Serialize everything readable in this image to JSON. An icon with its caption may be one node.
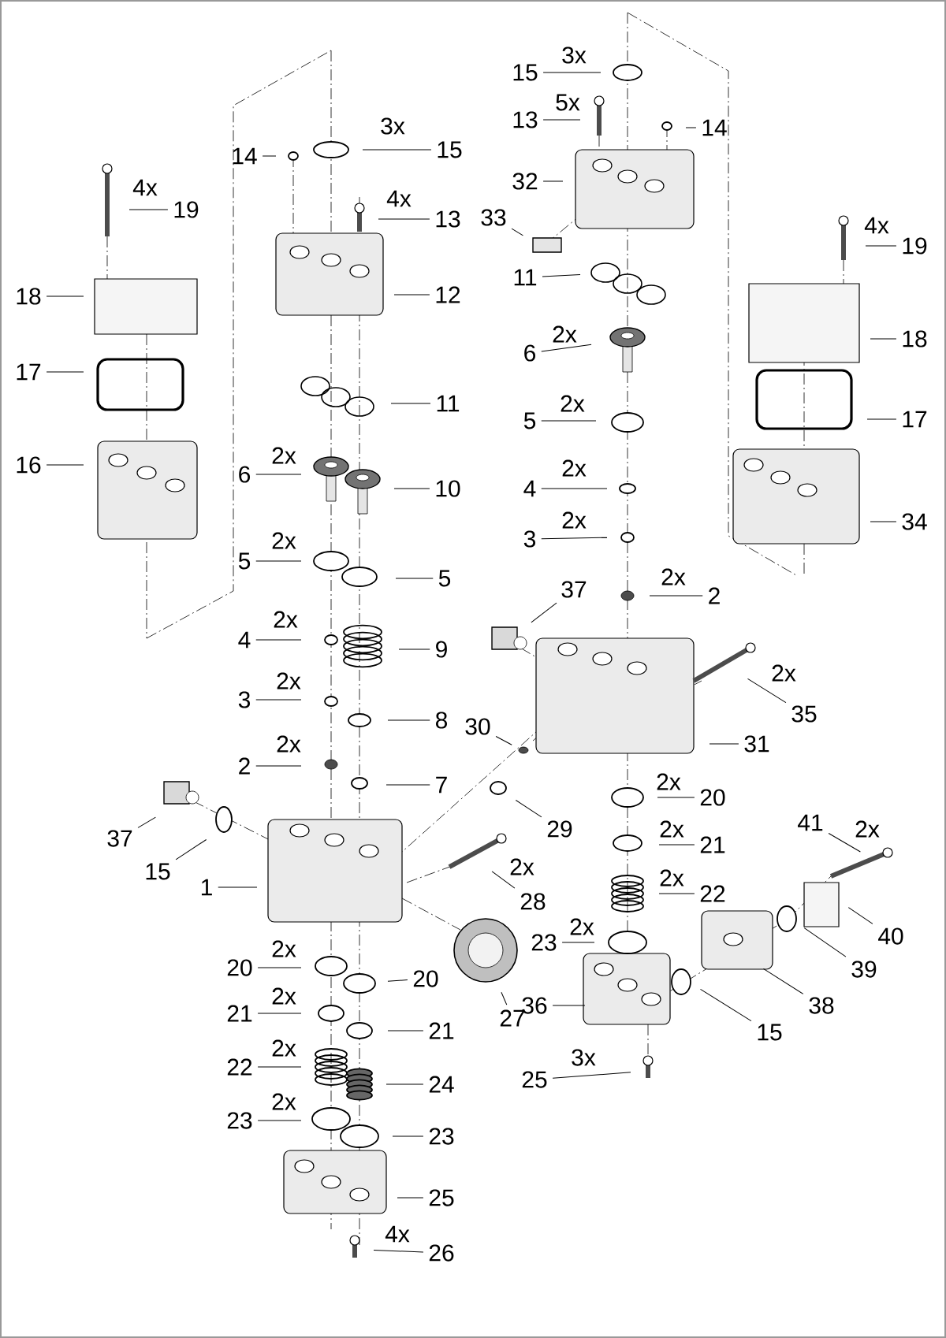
{
  "diagram": {
    "nodes": [
      {
        "text": [
          "15"
        ],
        "beside": [
          "3x"
        ]
      },
      {
        "text": [
          "14"
        ]
      },
      {
        "text": [
          "19"
        ],
        "beside": [
          "4x"
        ]
      },
      {
        "text": [
          "13"
        ],
        "beside": [
          "4x"
        ]
      },
      {
        "text": [
          "18"
        ]
      },
      {
        "text": [
          "12"
        ]
      },
      {
        "text": [
          "17"
        ]
      },
      {
        "text": [
          "11"
        ]
      },
      {
        "text": [
          "6"
        ],
        "beside": [
          "2x"
        ]
      },
      {
        "text": [
          "10"
        ]
      },
      {
        "text": [
          "16"
        ]
      },
      {
        "text": [
          "5"
        ],
        "beside": [
          "2x"
        ]
      },
      {
        "text": [
          "5"
        ]
      },
      {
        "text": [
          "4"
        ],
        "beside": [
          "2x"
        ]
      },
      {
        "text": [
          "9"
        ]
      },
      {
        "text": [
          "3"
        ],
        "beside": [
          "2x"
        ]
      },
      {
        "text": [
          "8"
        ]
      },
      {
        "text": [
          "2"
        ],
        "beside": [
          "2x"
        ]
      },
      {
        "text": [
          "7"
        ]
      },
      {
        "text": [
          "37"
        ]
      },
      {
        "text": [
          "15"
        ]
      },
      {
        "text": [
          "1"
        ]
      },
      {
        "text": [
          "20"
        ],
        "beside": [
          "2x"
        ]
      },
      {
        "text": [
          "20"
        ]
      },
      {
        "text": [
          "27"
        ]
      },
      {
        "text": [
          "21"
        ],
        "beside": [
          "2x"
        ]
      },
      {
        "text": [
          "21"
        ]
      },
      {
        "text": [
          "22"
        ],
        "beside": [
          "2x"
        ]
      },
      {
        "text": [
          "24"
        ]
      },
      {
        "text": [
          "23"
        ],
        "beside": [
          "2x"
        ]
      },
      {
        "text": [
          "23"
        ]
      },
      {
        "text": [
          "25"
        ]
      },
      {
        "text": [
          "26"
        ],
        "beside": [
          "4x"
        ]
      },
      {
        "text": [
          "15"
        ],
        "beside": [
          "3x"
        ]
      },
      {
        "text": [
          "13"
        ],
        "beside": [
          "5x"
        ]
      },
      {
        "text": [
          "14"
        ]
      },
      {
        "text": [
          "32"
        ]
      },
      {
        "text": [
          "33"
        ]
      },
      {
        "text": [
          "19"
        ],
        "beside": [
          "4x"
        ]
      },
      {
        "text": [
          "11"
        ]
      },
      {
        "text": [
          "6"
        ],
        "beside": [
          "2x"
        ]
      },
      {
        "text": [
          "18"
        ]
      },
      {
        "text": [
          "5"
        ],
        "beside": [
          "2x"
        ]
      },
      {
        "text": [
          "17"
        ]
      },
      {
        "text": [
          "4"
        ],
        "beside": [
          "2x"
        ]
      },
      {
        "text": [
          "3"
        ],
        "beside": [
          "2x"
        ]
      },
      {
        "text": [
          "34"
        ]
      },
      {
        "text": [
          "37"
        ]
      },
      {
        "text": [
          "2"
        ],
        "beside": [
          "2x"
        ]
      },
      {
        "text": [
          "35"
        ],
        "beside": [
          "2x"
        ]
      },
      {
        "text": [
          "30"
        ]
      },
      {
        "text": [
          "31"
        ]
      },
      {
        "text": [
          "29"
        ]
      },
      {
        "text": [
          "20"
        ],
        "beside": [
          "2x"
        ]
      },
      {
        "text": [
          "28"
        ],
        "beside": [
          "2x"
        ]
      },
      {
        "text": [
          "21"
        ],
        "beside": [
          "2x"
        ]
      },
      {
        "text": [
          "22"
        ],
        "beside": [
          "2x"
        ]
      },
      {
        "text": [
          "41"
        ],
        "beside": [
          "2x"
        ]
      },
      {
        "text": [
          "23"
        ],
        "beside": [
          "2x"
        ]
      },
      {
        "text": [
          "40"
        ]
      },
      {
        "text": [
          "39"
        ]
      },
      {
        "text": [
          "38"
        ]
      },
      {
        "text": [
          "36"
        ]
      },
      {
        "text": [
          "15"
        ]
      },
      {
        "text": [
          "25"
        ],
        "beside": [
          "3x"
        ]
      }
    ],
    "edges": [
      {
        "from": 0,
        "to": null,
        "arrow": "none"
      },
      {
        "from": 1,
        "to": null,
        "arrow": "none"
      },
      {
        "from": 2,
        "to": null,
        "arrow": "none"
      },
      {
        "from": 3,
        "to": null,
        "arrow": "none"
      },
      {
        "from": 4,
        "to": null,
        "arrow": "none"
      },
      {
        "from": 5,
        "to": null,
        "arrow": "none"
      },
      {
        "from": 6,
        "to": null,
        "arrow": "none"
      },
      {
        "from": 7,
        "to": null,
        "arrow": "none"
      },
      {
        "from": 8,
        "to": null,
        "arrow": "none"
      },
      {
        "from": 9,
        "to": null,
        "arrow": "none"
      },
      {
        "from": 10,
        "to": null,
        "arrow": "none"
      },
      {
        "from": 11,
        "to": null,
        "arrow": "none"
      },
      {
        "from": 12,
        "to": null,
        "arrow": "none"
      },
      {
        "from": 13,
        "to": null,
        "arrow": "none"
      },
      {
        "from": 14,
        "to": null,
        "arrow": "none"
      },
      {
        "from": 15,
        "to": null,
        "arrow": "none"
      },
      {
        "from": 16,
        "to": null,
        "arrow": "none"
      },
      {
        "from": 17,
        "to": null,
        "arrow": "none"
      },
      {
        "from": 18,
        "to": null,
        "arrow": "none"
      },
      {
        "from": 19,
        "to": null,
        "arrow": "none"
      },
      {
        "from": 20,
        "to": null,
        "arrow": "none"
      },
      {
        "from": 21,
        "to": null,
        "arrow": "none"
      },
      {
        "from": 22,
        "to": null,
        "arrow": "none"
      },
      {
        "from": 23,
        "to": null,
        "arrow": "none"
      },
      {
        "from": 24,
        "to": null,
        "arrow": "none"
      },
      {
        "from": 25,
        "to": null,
        "arrow": "none"
      },
      {
        "from": 26,
        "to": null,
        "arrow": "none"
      },
      {
        "from": 27,
        "to": null,
        "arrow": "none"
      },
      {
        "from": 28,
        "to": null,
        "arrow": "none"
      },
      {
        "from": 29,
        "to": null,
        "arrow": "none"
      },
      {
        "from": 30,
        "to": null,
        "arrow": "none"
      },
      {
        "from": 31,
        "to": null,
        "arrow": "none"
      },
      {
        "from": 32,
        "to": null,
        "arrow": "none"
      },
      {
        "from": 33,
        "to": null,
        "arrow": "none"
      },
      {
        "from": 34,
        "to": null,
        "arrow": "none"
      },
      {
        "from": 35,
        "to": null,
        "arrow": "none"
      },
      {
        "from": 36,
        "to": null,
        "arrow": "none"
      },
      {
        "from": 37,
        "to": null,
        "arrow": "none"
      },
      {
        "from": 38,
        "to": null,
        "arrow": "none"
      },
      {
        "from": 39,
        "to": null,
        "arrow": "none"
      },
      {
        "from": 40,
        "to": null,
        "arrow": "none"
      },
      {
        "from": 41,
        "to": null,
        "arrow": "none"
      },
      {
        "from": 42,
        "to": null,
        "arrow": "none"
      },
      {
        "from": 43,
        "to": null,
        "arrow": "none"
      },
      {
        "from": 44,
        "to": null,
        "arrow": "none"
      },
      {
        "from": 45,
        "to": null,
        "arrow": "none"
      },
      {
        "from": 46,
        "to": null,
        "arrow": "none"
      },
      {
        "from": 47,
        "to": null,
        "arrow": "none"
      },
      {
        "from": 48,
        "to": null,
        "arrow": "none"
      },
      {
        "from": 49,
        "to": null,
        "arrow": "none"
      },
      {
        "from": 50,
        "to": null,
        "arrow": "none"
      },
      {
        "from": 51,
        "to": null,
        "arrow": "none"
      },
      {
        "from": 52,
        "to": null,
        "arrow": "none"
      },
      {
        "from": 53,
        "to": null,
        "arrow": "none"
      },
      {
        "from": 54,
        "to": null,
        "arrow": "none"
      },
      {
        "from": 55,
        "to": null,
        "arrow": "none"
      },
      {
        "from": 56,
        "to": null,
        "arrow": "none"
      },
      {
        "from": 57,
        "to": null,
        "arrow": "none"
      },
      {
        "from": 58,
        "to": null,
        "arrow": "none"
      },
      {
        "from": 59,
        "to": null,
        "arrow": "none"
      },
      {
        "from": 60,
        "to": null,
        "arrow": "none"
      },
      {
        "from": 61,
        "to": null,
        "arrow": "none"
      },
      {
        "from": 62,
        "to": null,
        "arrow": "none"
      },
      {
        "from": 63,
        "to": null,
        "arrow": "none"
      },
      {
        "from": 64,
        "to": null,
        "arrow": "none"
      }
    ]
  }
}
